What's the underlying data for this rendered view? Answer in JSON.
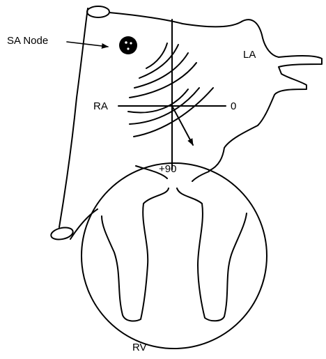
{
  "labels": {
    "sa_node": "SA Node",
    "la": "LA",
    "ra": "RA",
    "zero": "0",
    "plus90": "+90",
    "rv": "RV"
  },
  "colors": {
    "ink": "#000000",
    "background": "#ffffff"
  }
}
